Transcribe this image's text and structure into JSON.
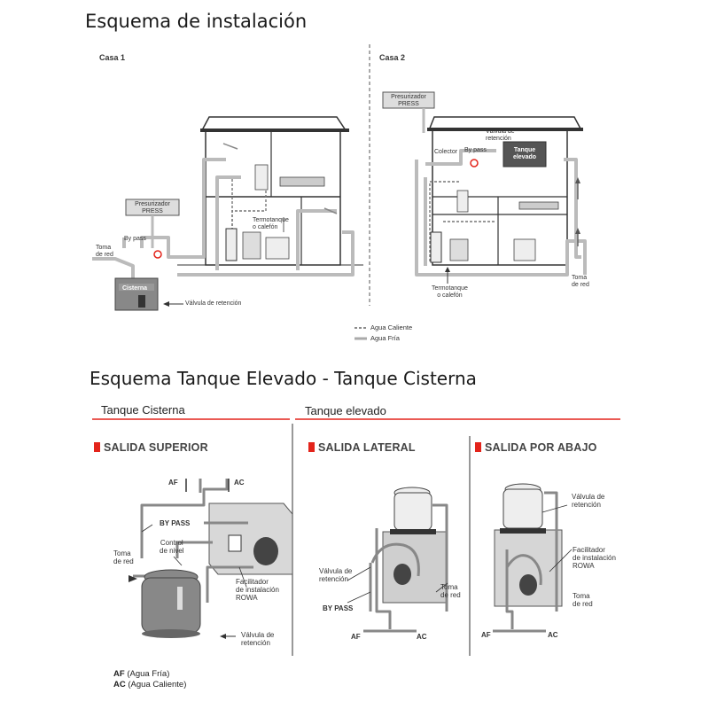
{
  "titles": {
    "main": "Esquema de instalación",
    "second": "Esquema Tanque Elevado - Tanque Cisterna"
  },
  "casa1": {
    "label": "Casa 1",
    "presurizador": [
      "Presurizador",
      "PRESS"
    ],
    "bypass": "By pass",
    "toma": [
      "Toma",
      "de red"
    ],
    "cisterna": "Cisterna",
    "termotanque": [
      "Termotanque",
      "o calefón"
    ],
    "valvula": "Válvula de retención"
  },
  "casa2": {
    "label": "Casa 2",
    "presurizador": [
      "Presurizador",
      "PRESS"
    ],
    "colector": "Colector",
    "bypass": "By pass",
    "valvula": [
      "Válvula de",
      "retención"
    ],
    "tanque": [
      "Tanque",
      "elevado"
    ],
    "termotanque": [
      "Termotanque",
      "o calefón"
    ],
    "toma": [
      "Toma",
      "de red"
    ]
  },
  "legend": {
    "caliente": "Agua Caliente",
    "fria": "Agua Fría"
  },
  "sections": {
    "cisterna": "Tanque Cisterna",
    "elevado": "Tanque elevado"
  },
  "panels": {
    "superior": {
      "title": "SALIDA SUPERIOR",
      "af": "AF",
      "ac": "AC",
      "bypass": "BY PASS",
      "control": [
        "Control",
        "de nivel"
      ],
      "toma": [
        "Toma",
        "de red"
      ],
      "facilitador": [
        "Facilitador",
        "de instalación",
        "ROWA"
      ],
      "valvula": [
        "Válvula de",
        "retención"
      ]
    },
    "lateral": {
      "title": "SALIDA LATERAL",
      "valvula": [
        "Válvula de",
        "retención"
      ],
      "bypass": "BY PASS",
      "toma": [
        "Toma",
        "de red"
      ],
      "af": "AF",
      "ac": "AC"
    },
    "abajo": {
      "title": "SALIDA POR ABAJO",
      "valvula": [
        "Válvula de",
        "retención"
      ],
      "facilitador": [
        "Facilitador",
        "de instalación",
        "ROWA"
      ],
      "toma": [
        "Toma",
        "de red"
      ],
      "af": "AF",
      "ac": "AC"
    }
  },
  "af_legend": {
    "af": "AF",
    "af_desc": "(Agua Fría)",
    "ac": "AC",
    "ac_desc": "(Agua Caliente)"
  },
  "colors": {
    "accent": "#e3241b",
    "pipe": "#b9b9b9",
    "dark": "#333333",
    "divider": "#555555"
  }
}
